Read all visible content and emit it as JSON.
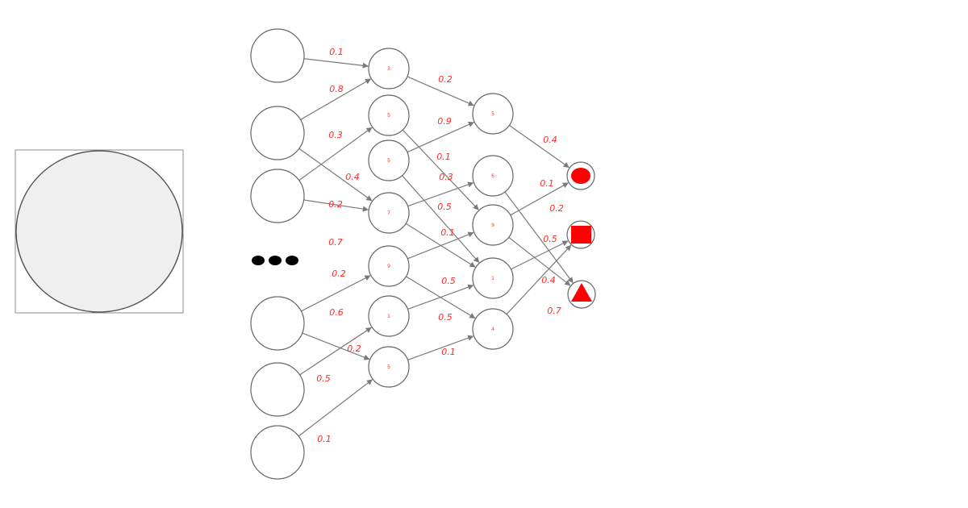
{
  "colors": {
    "accent": "#ff0000",
    "node_stroke": "#666666",
    "edge": "#7a7a7a",
    "input_fill": "#efefef"
  },
  "input_layer": {
    "ellipsis": "•••"
  },
  "hidden1": {
    "values": [
      "3",
      "5",
      "5",
      "7",
      "9",
      "1",
      "5"
    ]
  },
  "hidden2": {
    "values": [
      "5",
      "6",
      "9",
      "1",
      "4"
    ]
  },
  "outputs": {
    "icons": [
      "circle-icon",
      "square-icon",
      "triangle-icon"
    ]
  },
  "weights": {
    "input_to_h1": [
      "0.1",
      "0.8",
      "0.3",
      "0.4",
      "0.2",
      "0.7",
      "0.2",
      "0.6",
      "0.2",
      "0.5",
      "0.1"
    ],
    "h1_to_h2": [
      "0.2",
      "0.9",
      "0.1",
      "0.3",
      "0.5",
      "0.1",
      "0.5",
      "0.5",
      "0.1"
    ],
    "h2_to_out": [
      "0.4",
      "0.1",
      "0.2",
      "0.5",
      "0.4",
      "0.7"
    ]
  }
}
